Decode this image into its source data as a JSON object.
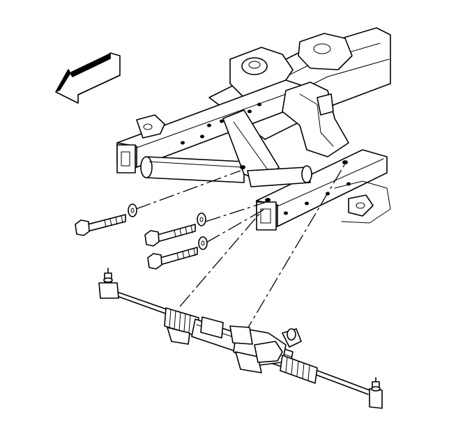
{
  "diagram": {
    "colors": {
      "line": "#000000",
      "background": "#ffffff"
    },
    "parts": [
      {
        "icon": "direction-arrow-icon"
      },
      {
        "icon": "frame-crossmember-icon"
      },
      {
        "icon": "mounting-bolt-icon",
        "count": 3
      },
      {
        "icon": "washer-icon",
        "count": 3
      },
      {
        "icon": "steering-gear-icon"
      },
      {
        "icon": "tie-rod-end-icon",
        "count": 2
      }
    ]
  }
}
